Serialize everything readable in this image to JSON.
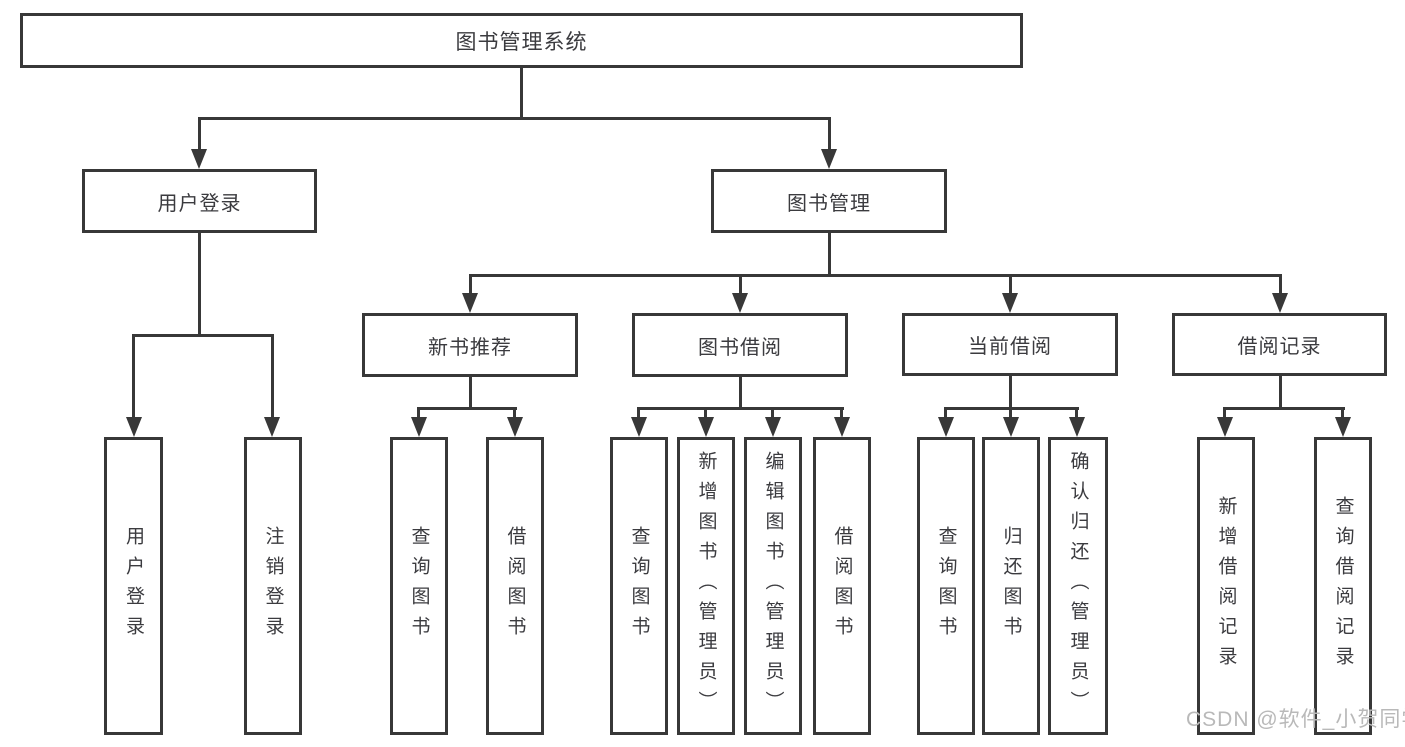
{
  "tree": {
    "label": "图书管理系统",
    "children": [
      {
        "label": "用户登录",
        "children": [
          {
            "label": "用户登录"
          },
          {
            "label": "注销登录"
          }
        ]
      },
      {
        "label": "图书管理",
        "children": [
          {
            "label": "新书推荐",
            "children": [
              {
                "label": "查询图书"
              },
              {
                "label": "借阅图书"
              }
            ]
          },
          {
            "label": "图书借阅",
            "children": [
              {
                "label": "查询图书"
              },
              {
                "label": "新增图书（管理员）"
              },
              {
                "label": "编辑图书（管理员）"
              },
              {
                "label": "借阅图书"
              }
            ]
          },
          {
            "label": "当前借阅",
            "children": [
              {
                "label": "查询图书"
              },
              {
                "label": "归还图书"
              },
              {
                "label": "确认归还（管理员）"
              }
            ]
          },
          {
            "label": "借阅记录",
            "children": [
              {
                "label": "新增借阅记录"
              },
              {
                "label": "查询借阅记录"
              }
            ]
          }
        ]
      }
    ]
  },
  "watermark": {
    "text": "CSDN @软件_小贺同学"
  },
  "colors": {
    "line": "#383838",
    "text": "#3b3b3f",
    "watermark": "#b9b9b9",
    "background": "#ffffff"
  }
}
